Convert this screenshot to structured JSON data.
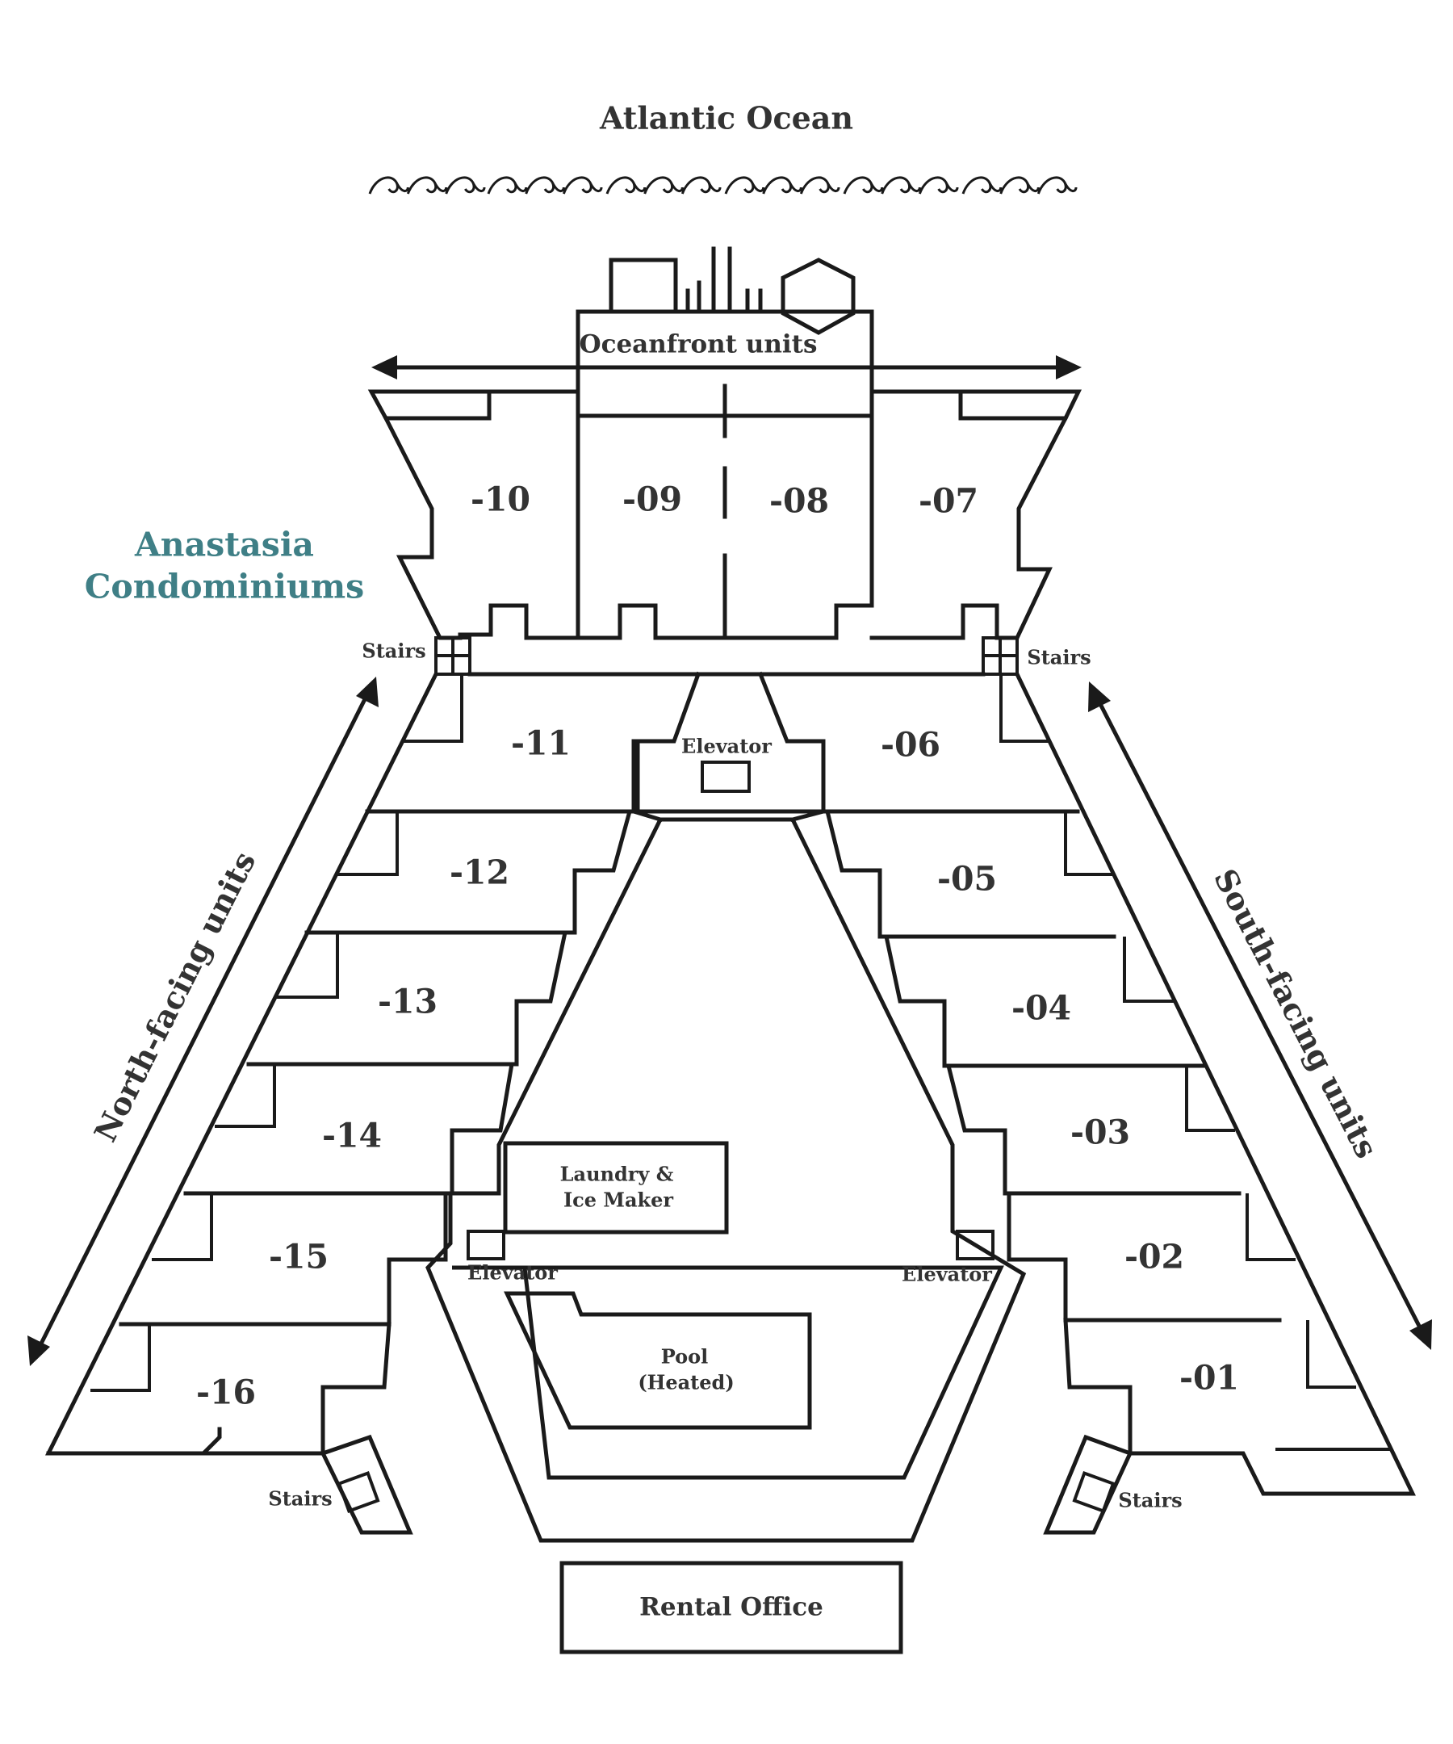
{
  "ocean_label": "Atlantic Ocean",
  "brand": {
    "line1": "Anastasia",
    "line2": "Condominiums",
    "color": "#3f7f86"
  },
  "sections": {
    "oceanfront": "Oceanfront units",
    "north": "North-facing units",
    "south": "South-facing units"
  },
  "units": {
    "u01": "-01",
    "u02": "-02",
    "u03": "-03",
    "u04": "-04",
    "u05": "-05",
    "u06": "-06",
    "u07": "-07",
    "u08": "-08",
    "u09": "-09",
    "u10": "-10",
    "u11": "-11",
    "u12": "-12",
    "u13": "-13",
    "u14": "-14",
    "u15": "-15",
    "u16": "-16"
  },
  "amenities": {
    "stairs": "Stairs",
    "elevator": "Elevator",
    "laundry_line1": "Laundry &",
    "laundry_line2": "Ice Maker",
    "pool_line1": "Pool",
    "pool_line2": "(Heated)",
    "rental_office": "Rental Office"
  }
}
